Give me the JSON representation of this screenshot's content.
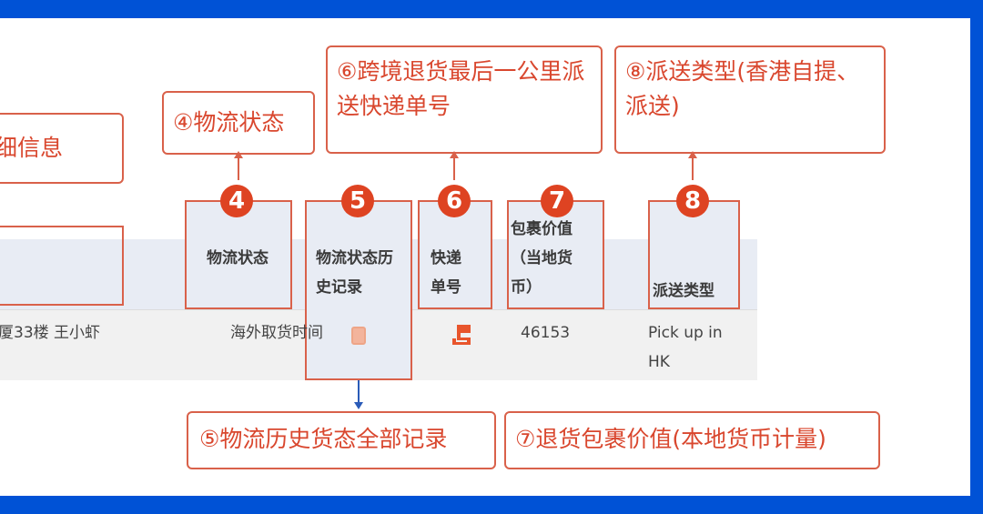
{
  "callouts": {
    "c3_partial": "细信息",
    "c4": "④物流状态",
    "c6": "⑥跨境退货最后一公里派送快递单号",
    "c8": "⑧派送类型(香港自提、派送)",
    "c5": "⑤物流历史货态全部记录",
    "c7": "⑦退货包裹价值(本地货币计量)"
  },
  "table": {
    "headers": [
      {
        "badge": "4",
        "label": "物流状态"
      },
      {
        "badge": "5",
        "label": "物流状态历史记录"
      },
      {
        "badge": "6",
        "label": "快递单号"
      },
      {
        "badge": "7",
        "label": "包裹价值（当地货币）"
      },
      {
        "badge": "8",
        "label": "派送类型"
      }
    ],
    "row": {
      "address_partial": "厦33楼 王小虾",
      "status": "海外取货时间",
      "history_icon": "document-icon",
      "tracking_icon": "express-logo-icon",
      "value": "46153",
      "delivery_type": "Pick up in HK"
    }
  },
  "colors": {
    "frame": "#0052d6",
    "annotation": "#d9614a",
    "badge": "#de4322",
    "header_bg": "#e8ecf4"
  }
}
